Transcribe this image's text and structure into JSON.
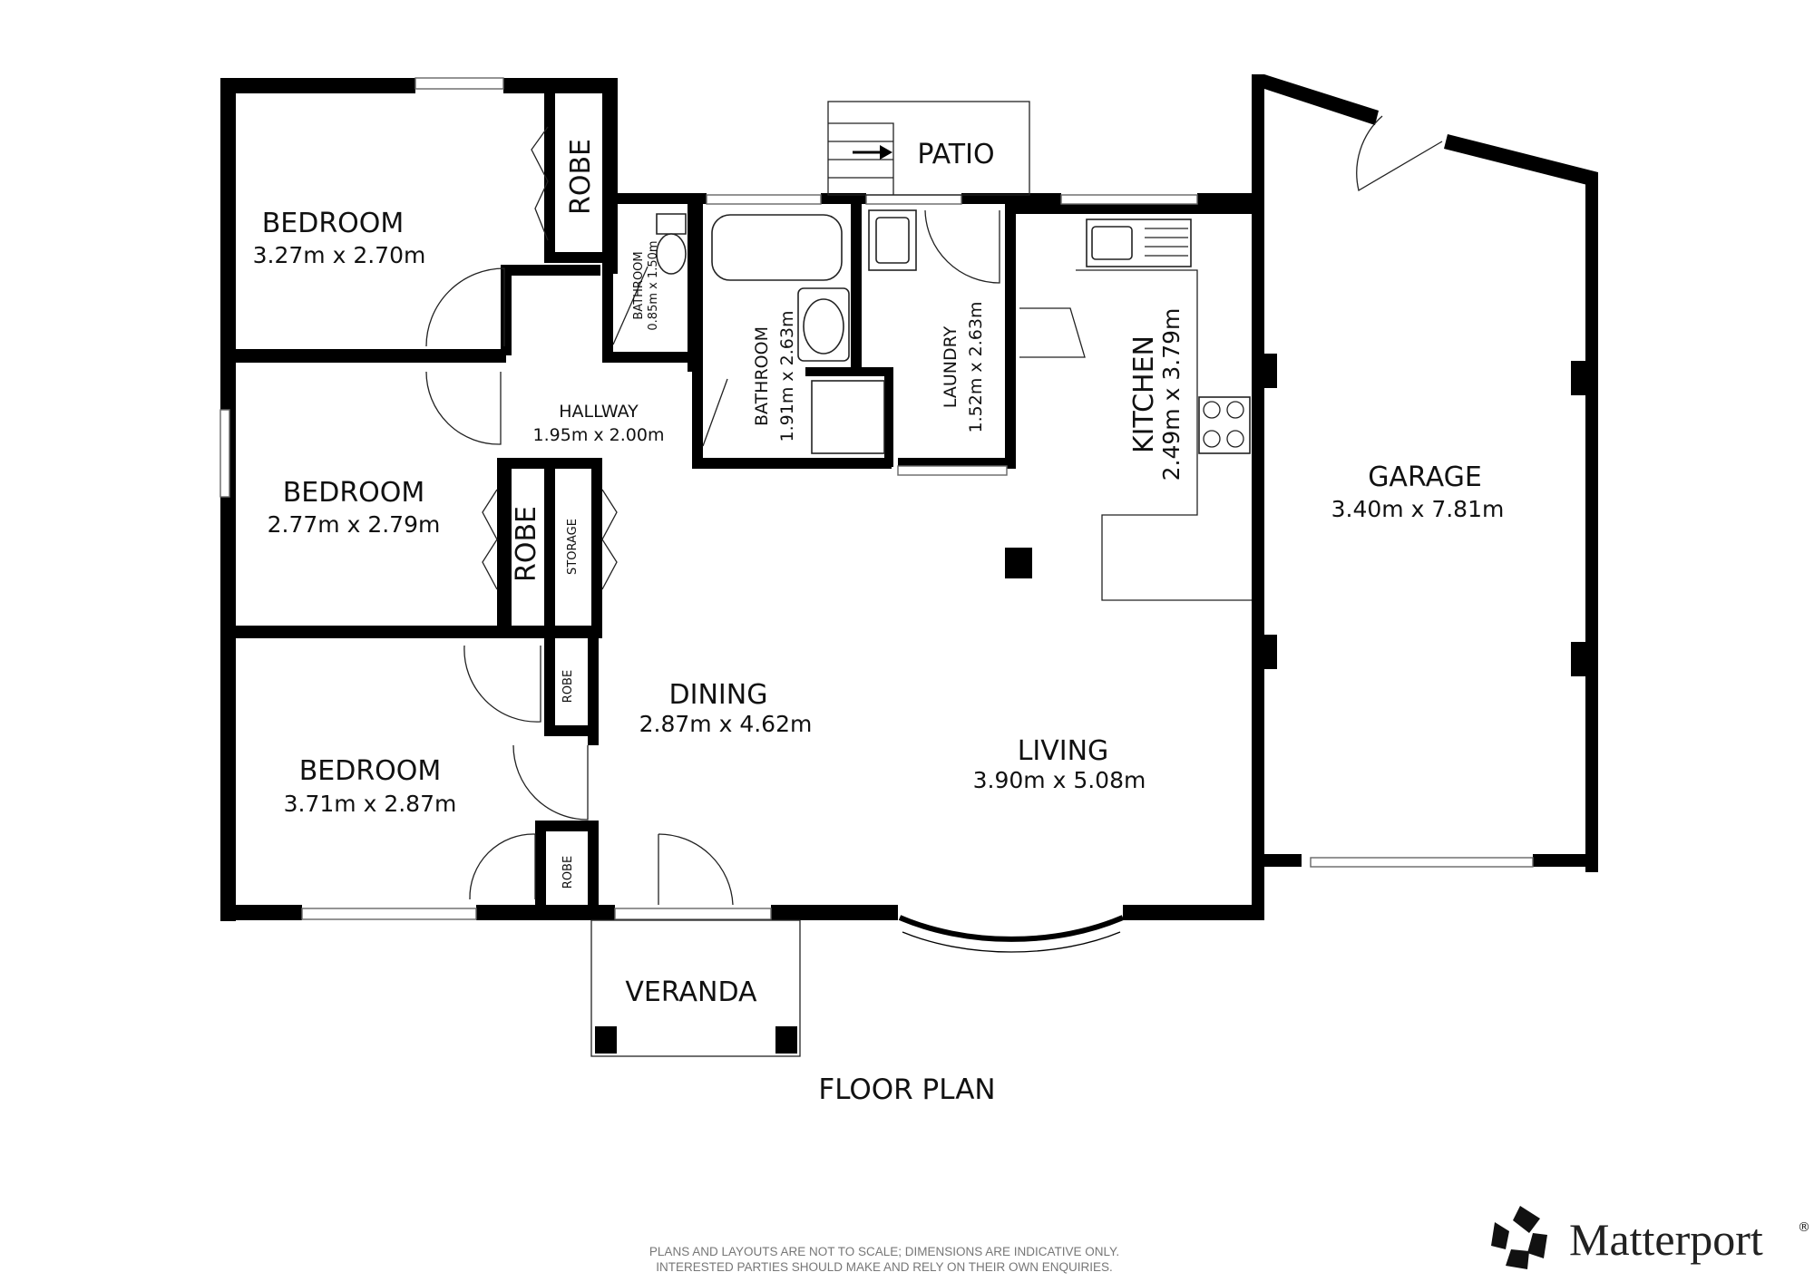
{
  "rooms": {
    "bedroom_top": {
      "name": "BEDROOM",
      "dims": "3.27m x 2.70m"
    },
    "robe_top": {
      "name": "ROBE"
    },
    "bedroom_mid": {
      "name": "BEDROOM",
      "dims": "2.77m x 2.79m"
    },
    "robe_mid": {
      "name": "ROBE"
    },
    "storage": {
      "name": "STORAGE"
    },
    "bedroom_bottom": {
      "name": "BEDROOM",
      "dims": "3.71m x 2.87m"
    },
    "robe_bottom_a": {
      "name": "ROBE"
    },
    "robe_bottom_b": {
      "name": "ROBE"
    },
    "hallway": {
      "name": "HALLWAY",
      "dims": "1.95m x 2.00m"
    },
    "bathroom_small": {
      "name": "BATHROOM",
      "dims": "0.85m x 1.50m"
    },
    "bathroom": {
      "name": "BATHROOM",
      "dims": "1.91m x 2.63m"
    },
    "laundry": {
      "name": "LAUNDRY",
      "dims": "1.52m x 2.63m"
    },
    "kitchen": {
      "name": "KITCHEN",
      "dims": "2.49m x 3.79m"
    },
    "patio": {
      "name": "PATIO"
    },
    "garage": {
      "name": "GARAGE",
      "dims": "3.40m x 7.81m"
    },
    "dining": {
      "name": "DINING",
      "dims": "2.87m x 4.62m"
    },
    "living": {
      "name": "LIVING",
      "dims": "3.90m x 5.08m"
    },
    "veranda": {
      "name": "VERANDA"
    }
  },
  "plan_title": "FLOOR PLAN",
  "disclaimer": {
    "line1": "PLANS AND LAYOUTS ARE NOT TO SCALE; DIMENSIONS ARE INDICATIVE ONLY.",
    "line2": "INTERESTED PARTIES SHOULD MAKE AND RELY ON THEIR OWN ENQUIRIES."
  },
  "brand": {
    "name": "Matterport",
    "mark": "®",
    "logo_icon": "matterport-logo-icon"
  }
}
